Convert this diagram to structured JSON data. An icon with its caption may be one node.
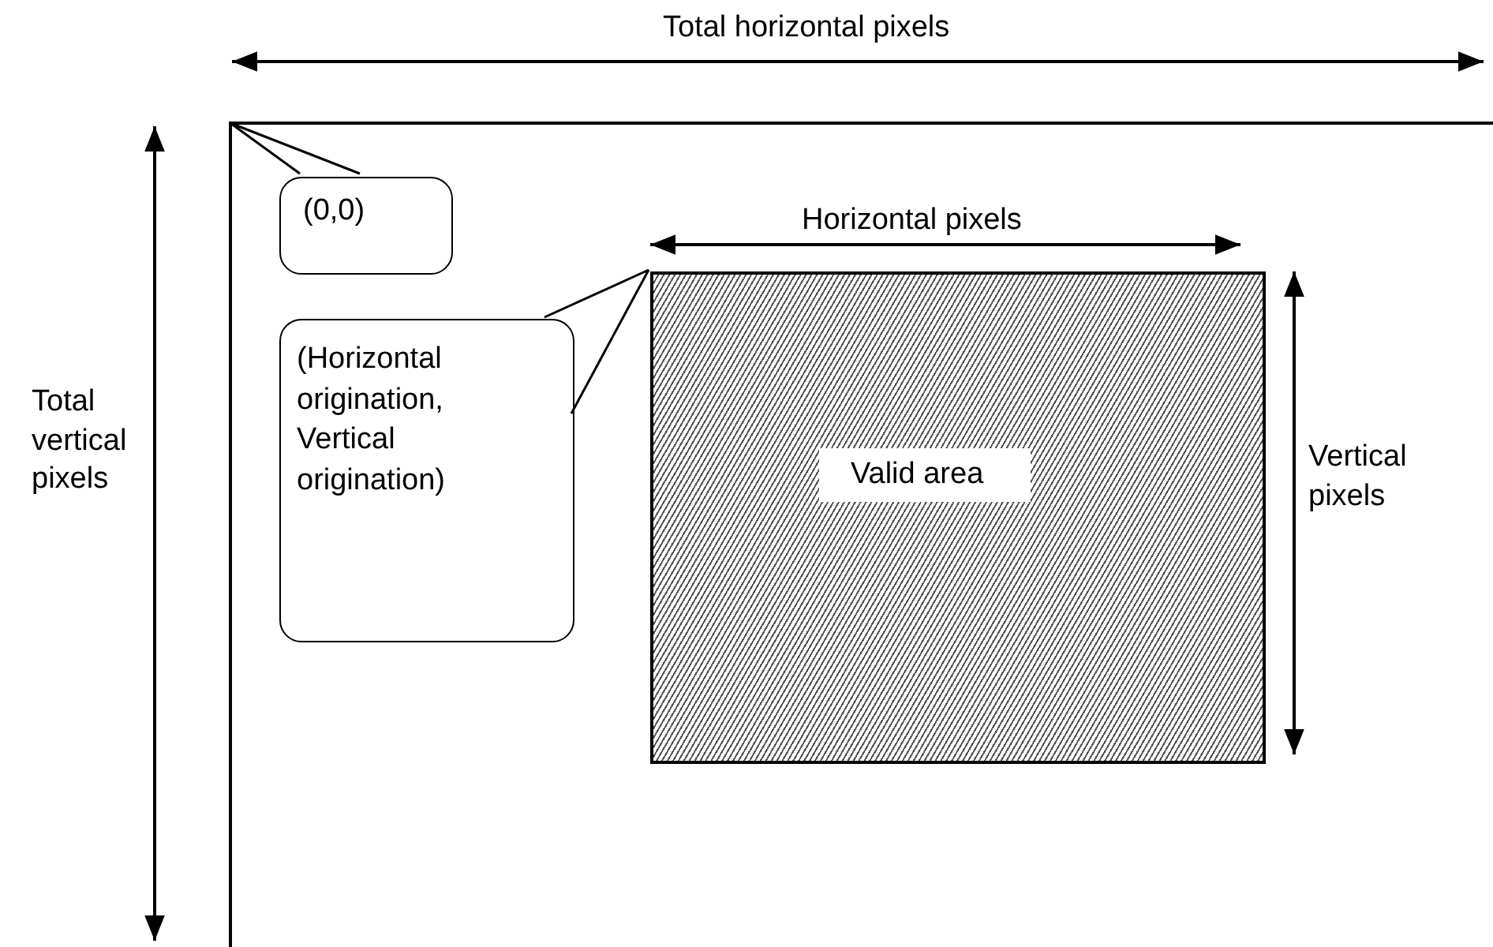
{
  "diagram": {
    "nodes": [
      {
        "text": [],
        "shape": "box"
      },
      {
        "text": [
          "(0,0)"
        ],
        "in": 0
      },
      {
        "text": [
          "Valid area"
        ],
        "in": 0
      },
      {
        "text": [
          "(Horizontal origination, Vertical origination)"
        ],
        "in": 0
      }
    ],
    "edges": [
      {
        "from": 1,
        "to": 0,
        "arrow": "none"
      },
      {
        "from": 3,
        "to": 2,
        "arrow": "none"
      }
    ],
    "labels": [
      "Total horizontal pixels",
      "Horizontal pixels",
      "Total vertical pixels",
      "Vertical pixels"
    ]
  }
}
